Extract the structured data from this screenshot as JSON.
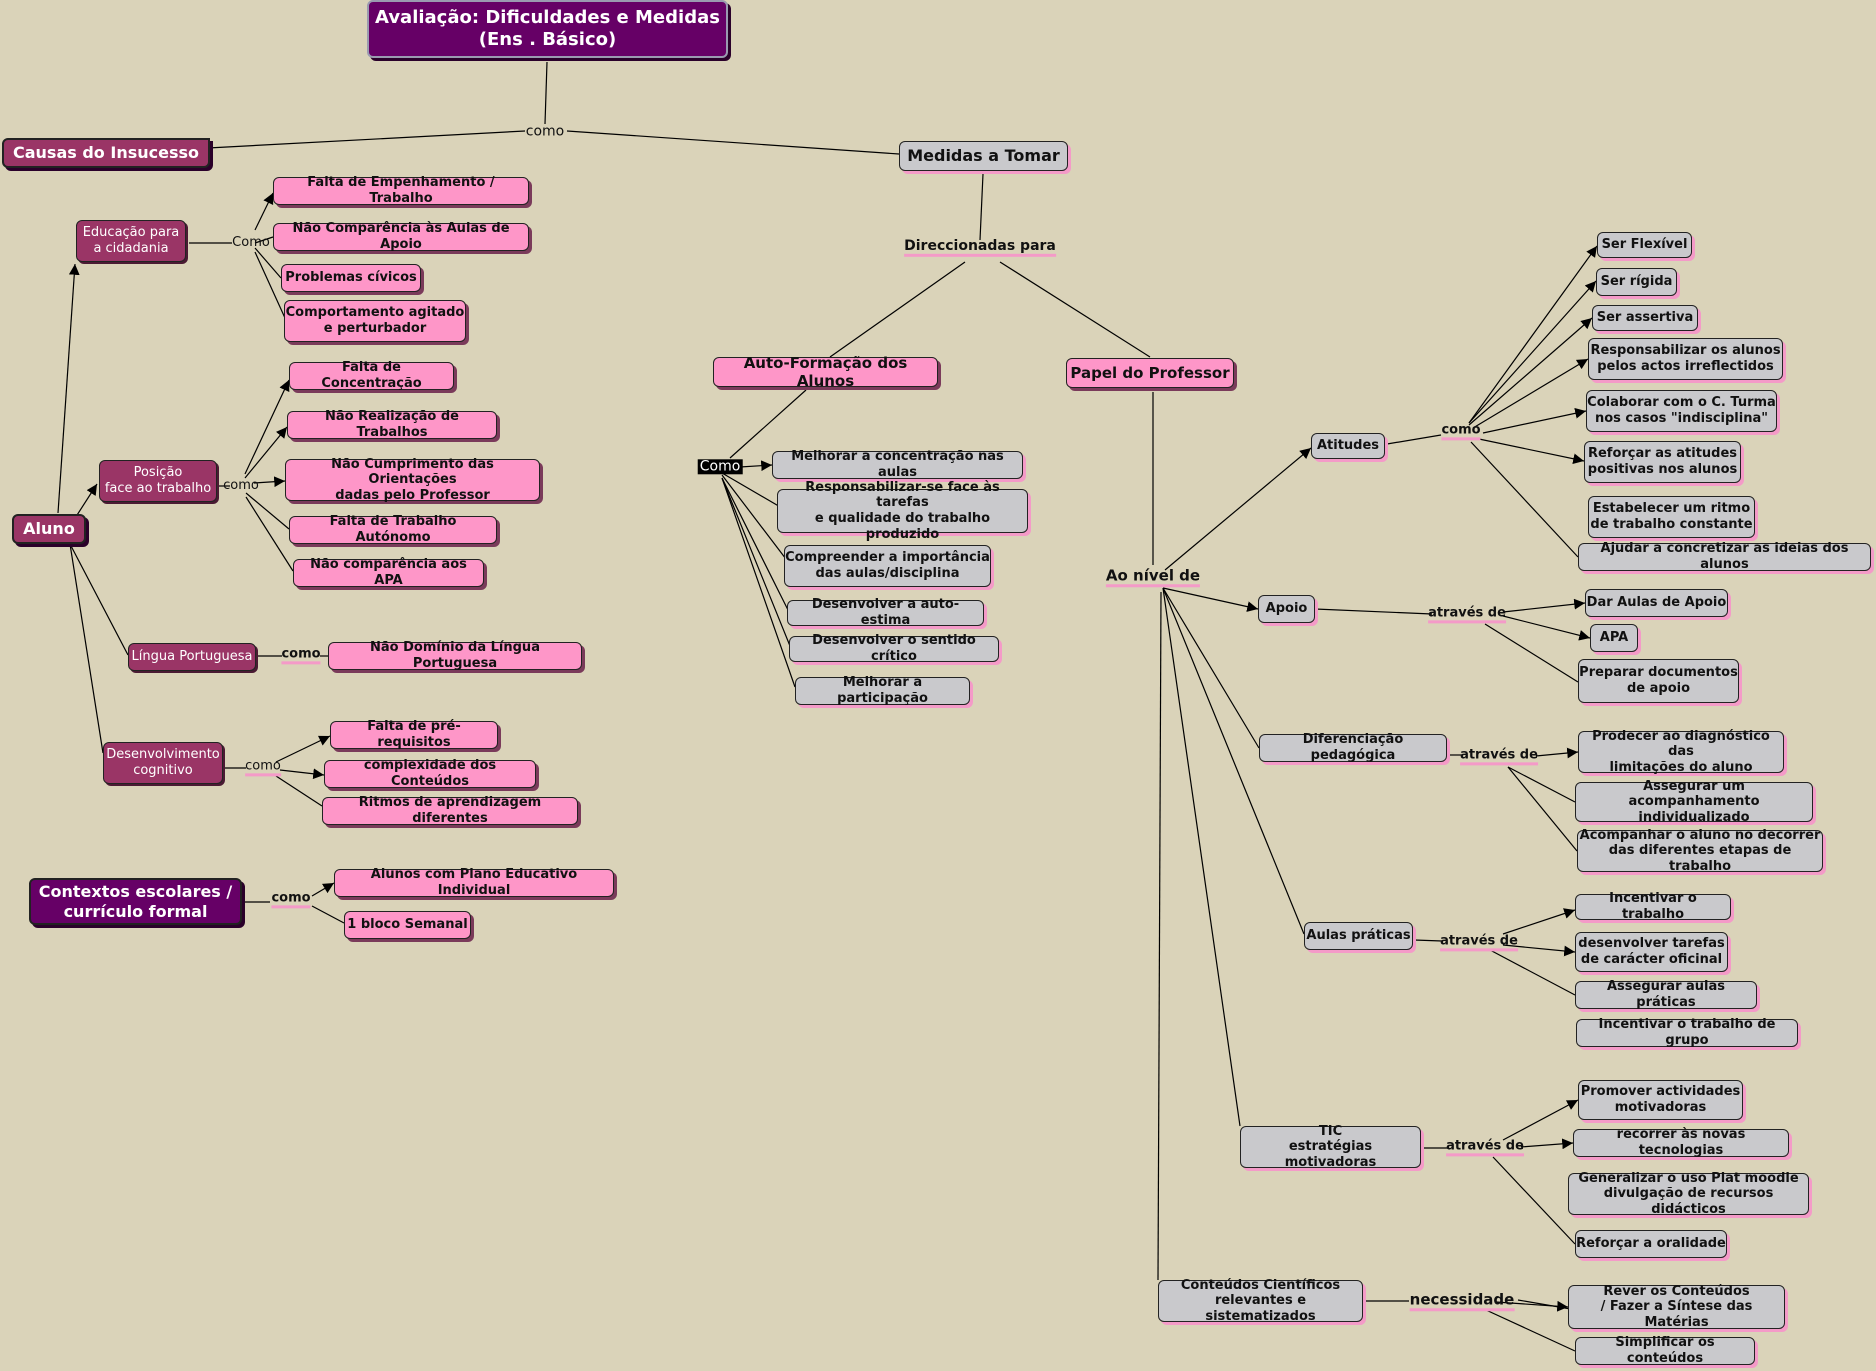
{
  "title": "Avaliação: Dificuldades e Medidas\n(Ens . Básico)",
  "nodes": {
    "causas": "Causas do Insucesso",
    "medidas": "Medidas a Tomar",
    "direccionadas": "Direccionadas para",
    "aluno": "Aluno",
    "educacao": "Educação para\na cidadania",
    "posicao": "Posição\nface ao trabalho",
    "lingua": "Língua Portuguesa",
    "desenvolvimento": "Desenvolvimento\ncognitivo",
    "contextos": "Contextos escolares /\ncurrículo formal",
    "falta_empenhamento": "Falta de Empenhamento / Trabalho",
    "nao_comparencia_apoio": "Não Comparência às Aulas de Apoio",
    "problemas_civicos": "Problemas cívicos",
    "comportamento": "Comportamento agitado\ne perturbador",
    "falta_concentracao": "Falta de Concentração",
    "nao_realizacao": "Não Realização de Trabalhos",
    "nao_cumprimento": "Não Cumprimento das Orientações\ndadas pelo Professor",
    "falta_autonomo": "Falta de Trabalho Autónomo",
    "nao_comparencia_apa": "Não comparência aos APA",
    "nao_dominio": "Não Domínio da Língua Portuguesa",
    "falta_prerequisitos": "Falta de pré-requisitos",
    "complexidade": "complexidade dos Conteúdos",
    "ritmos": "Ritmos de aprendizagem diferentes",
    "alunos_pei": "Alunos com Plano Educativo Individual",
    "bloco": "1 bloco Semanal",
    "auto_formacao": "Auto-Formação dos Alunos",
    "melhorar_concentracao": "Melhorar a concentração nas aulas",
    "responsabilizar_tarefas": "Responsabilizar-se face às tarefas\ne qualidade do trabalho produzido",
    "compreender": "Compreender a importância\ndas aulas/disciplina",
    "autoestima": "Desenvolver a auto-estima",
    "sentido_critico": "Desenvolver o sentido crítico",
    "participacao": "Melhorar a participação",
    "papel": "Papel  do Professor",
    "atitudes": "Atitudes",
    "flexivel": "Ser Flexível",
    "rigida": "Ser rígida",
    "assertiva": "Ser assertiva",
    "resp_alunos": "Responsabilizar os alunos\npelos actos irreflectidos",
    "colaborar": "Colaborar com o C. Turma\nnos casos \"indisciplina\"",
    "reforcar_atitudes": "Reforçar as atitudes\npositivas nos alunos",
    "ritmo": "Estabelecer um ritmo\nde trabalho constante",
    "ajudar": "Ajudar a concretizar as ideias dos alunos",
    "apoio": "Apoio",
    "dar_aulas": "Dar Aulas de Apoio",
    "apa": "APA",
    "preparar": "Preparar documentos\nde apoio",
    "diferenciacao": "Diferenciação pedagógica",
    "prodecer": "Prodecer ao diagnóstico das\nlimitações do aluno",
    "assegurar_acomp": "Assegurar um acompanhamento\nindividualizado",
    "acompanhar": "Acompanhar o aluno no decorrer\ndas diferentes etapas de trabalho",
    "aulas_praticas": "Aulas práticas",
    "incentivar_trabalho": "Incentivar o trabalho",
    "desenvolver_tarefas": "desenvolver tarefas\nde carácter oficinal",
    "assegurar_aulas": "Assegurar aulas práticas",
    "incentivar_grupo": "Incentivar o trabalho de grupo",
    "tic": "TIC\nestratégias motivadoras",
    "promover": "Promover actividades\nmotivadoras",
    "recorrer": "recorrer às novas tecnologias",
    "generalizar": "Generalizar o uso Plat moodle\ndivulgação de recursos didácticos",
    "reforcar_oralidade": "Reforçar a oralidade",
    "conteudos": "Conteúdos Científicos\nrelevantes e sistematizados",
    "rever": "Rever os Conteúdos\n/ Fazer a Síntese das Matérias",
    "simplificar": "Simplificar os conteúdos"
  },
  "links": {
    "como_top": "como",
    "como_educ": "Como",
    "como_pos": "como",
    "como_lingua": "como",
    "como_desenv": "como",
    "como_contextos": "como",
    "como_auto": "Como",
    "ao_nivel_de": "Ao nível de",
    "como_atitudes": "como",
    "atraves_apoio": "através de",
    "atraves_dif": "através de",
    "atraves_aulas": "através de",
    "atraves_tic": "através de",
    "necessidade": "necessidade"
  },
  "colors": {
    "background": "#dad3b9",
    "pink": "#fe96c8",
    "gray": "#c9c9cc",
    "magenta": "#9a3566",
    "purple": "#660066"
  }
}
